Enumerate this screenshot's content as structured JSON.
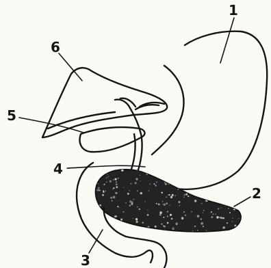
{
  "labels": {
    "l1": "1",
    "l2": "2",
    "l3": "3",
    "l4": "4",
    "l5": "5",
    "l6": "6"
  },
  "colors": {
    "ink": "#141414",
    "paper": "#fbfaf5",
    "pancreas_fill": "#232323",
    "pancreas_spots": "#d9d6cc"
  }
}
